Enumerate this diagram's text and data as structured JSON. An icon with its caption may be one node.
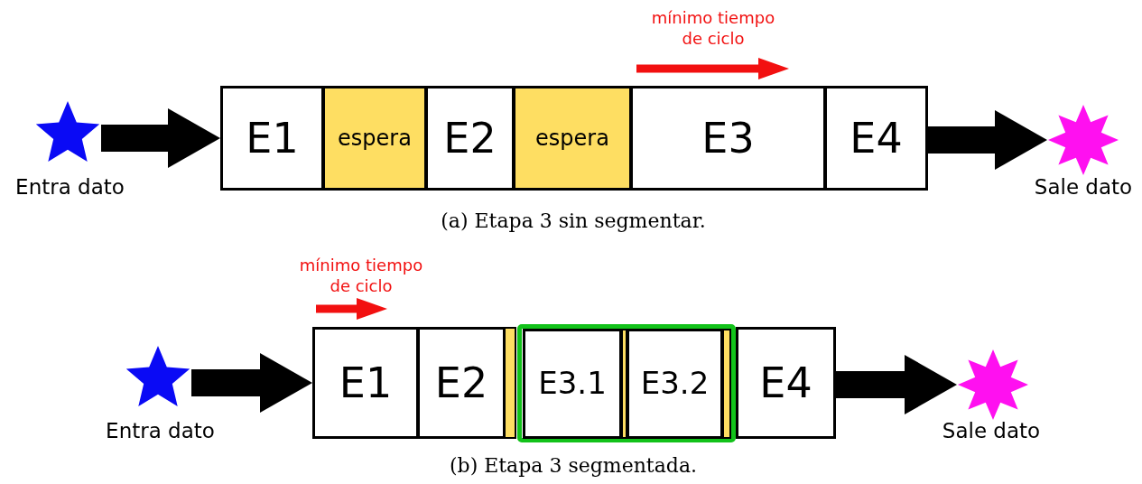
{
  "diagram": {
    "nodes": [
      {
        "text": [],
        "shape": "star",
        "beside": [
          "Entra dato"
        ]
      },
      {
        "text": [
          "E1"
        ]
      },
      {
        "text": [
          "espera"
        ]
      },
      {
        "text": [
          "E2"
        ]
      },
      {
        "text": [
          "espera"
        ]
      },
      {
        "text": [
          "E3"
        ]
      },
      {
        "text": [
          "E4"
        ]
      },
      {
        "text": [],
        "shape": "star",
        "beside": [
          "Sale dato"
        ]
      },
      {
        "text": [],
        "shape": "star",
        "beside": [
          "Entra dato"
        ]
      },
      {
        "text": [
          "E1"
        ]
      },
      {
        "text": [
          "E2"
        ]
      },
      {
        "text": [],
        "shape": "bar"
      },
      {
        "text": [],
        "shape": "box"
      },
      {
        "text": [
          "E3.1"
        ],
        "in": 12
      },
      {
        "text": [],
        "shape": "bar",
        "in": 12
      },
      {
        "text": [
          "E3.2"
        ],
        "in": 12
      },
      {
        "text": [],
        "shape": "bar",
        "in": 12
      },
      {
        "text": [
          "E4"
        ]
      },
      {
        "text": [],
        "shape": "star",
        "beside": [
          "Sale dato"
        ]
      }
    ],
    "edges": [
      {
        "from": 0,
        "to": 1,
        "arrow": "to"
      },
      {
        "from": 6,
        "to": 7,
        "arrow": "to"
      },
      {
        "from": 8,
        "to": 9,
        "arrow": "to"
      },
      {
        "from": 17,
        "to": 18,
        "arrow": "to"
      }
    ],
    "labels": [
      "mínimo tiempo de ciclo",
      "(a) Etapa 3 sin segmentar.",
      "mínimo tiempo de ciclo",
      "(b) Etapa 3 segmentada."
    ]
  }
}
